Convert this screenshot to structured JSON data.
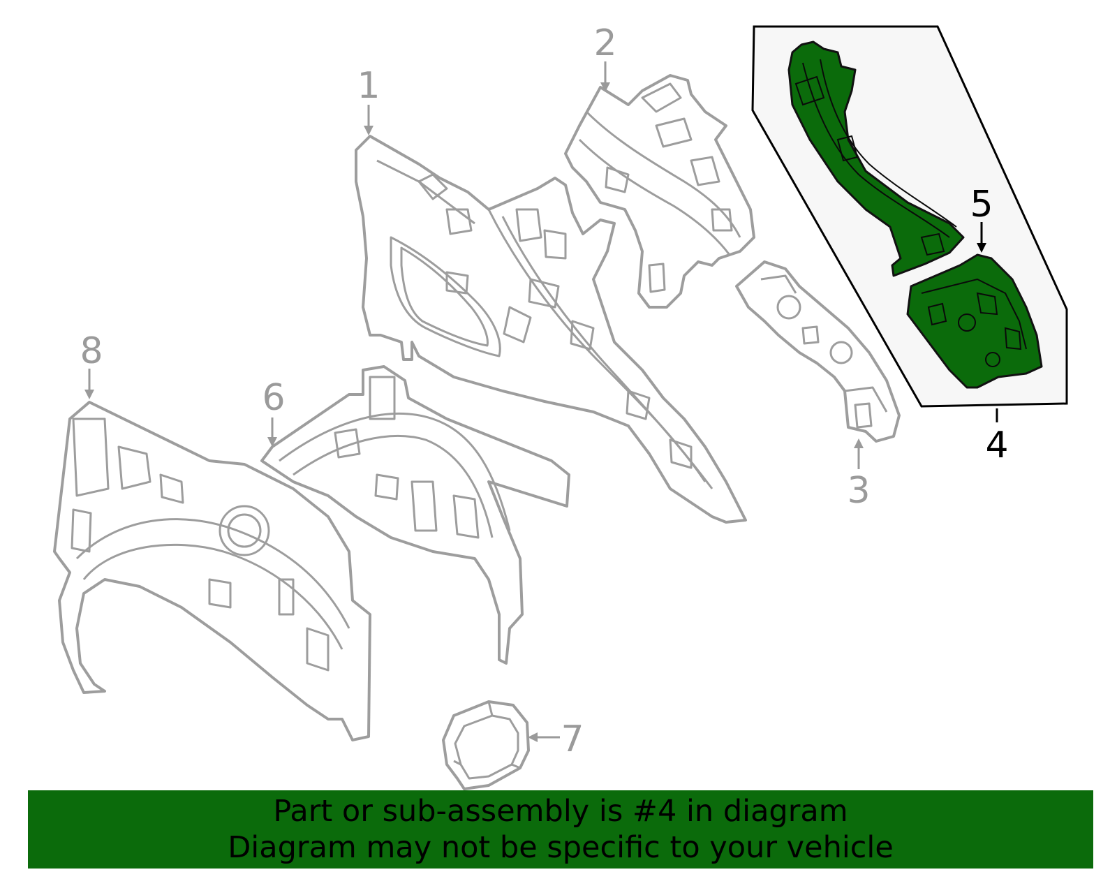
{
  "callouts": {
    "c1": "1",
    "c2": "2",
    "c3": "3",
    "c4": "4",
    "c5": "5",
    "c6": "6",
    "c7": "7",
    "c8": "8"
  },
  "highlight": {
    "part_number": "4",
    "color": "#0b6b0b",
    "box_color": "#f7f7f7"
  },
  "banner": {
    "line1": "Part or sub-assembly is #4 in diagram",
    "line2": "Diagram may not be specific to your vehicle",
    "background": "#0b6b0b"
  }
}
